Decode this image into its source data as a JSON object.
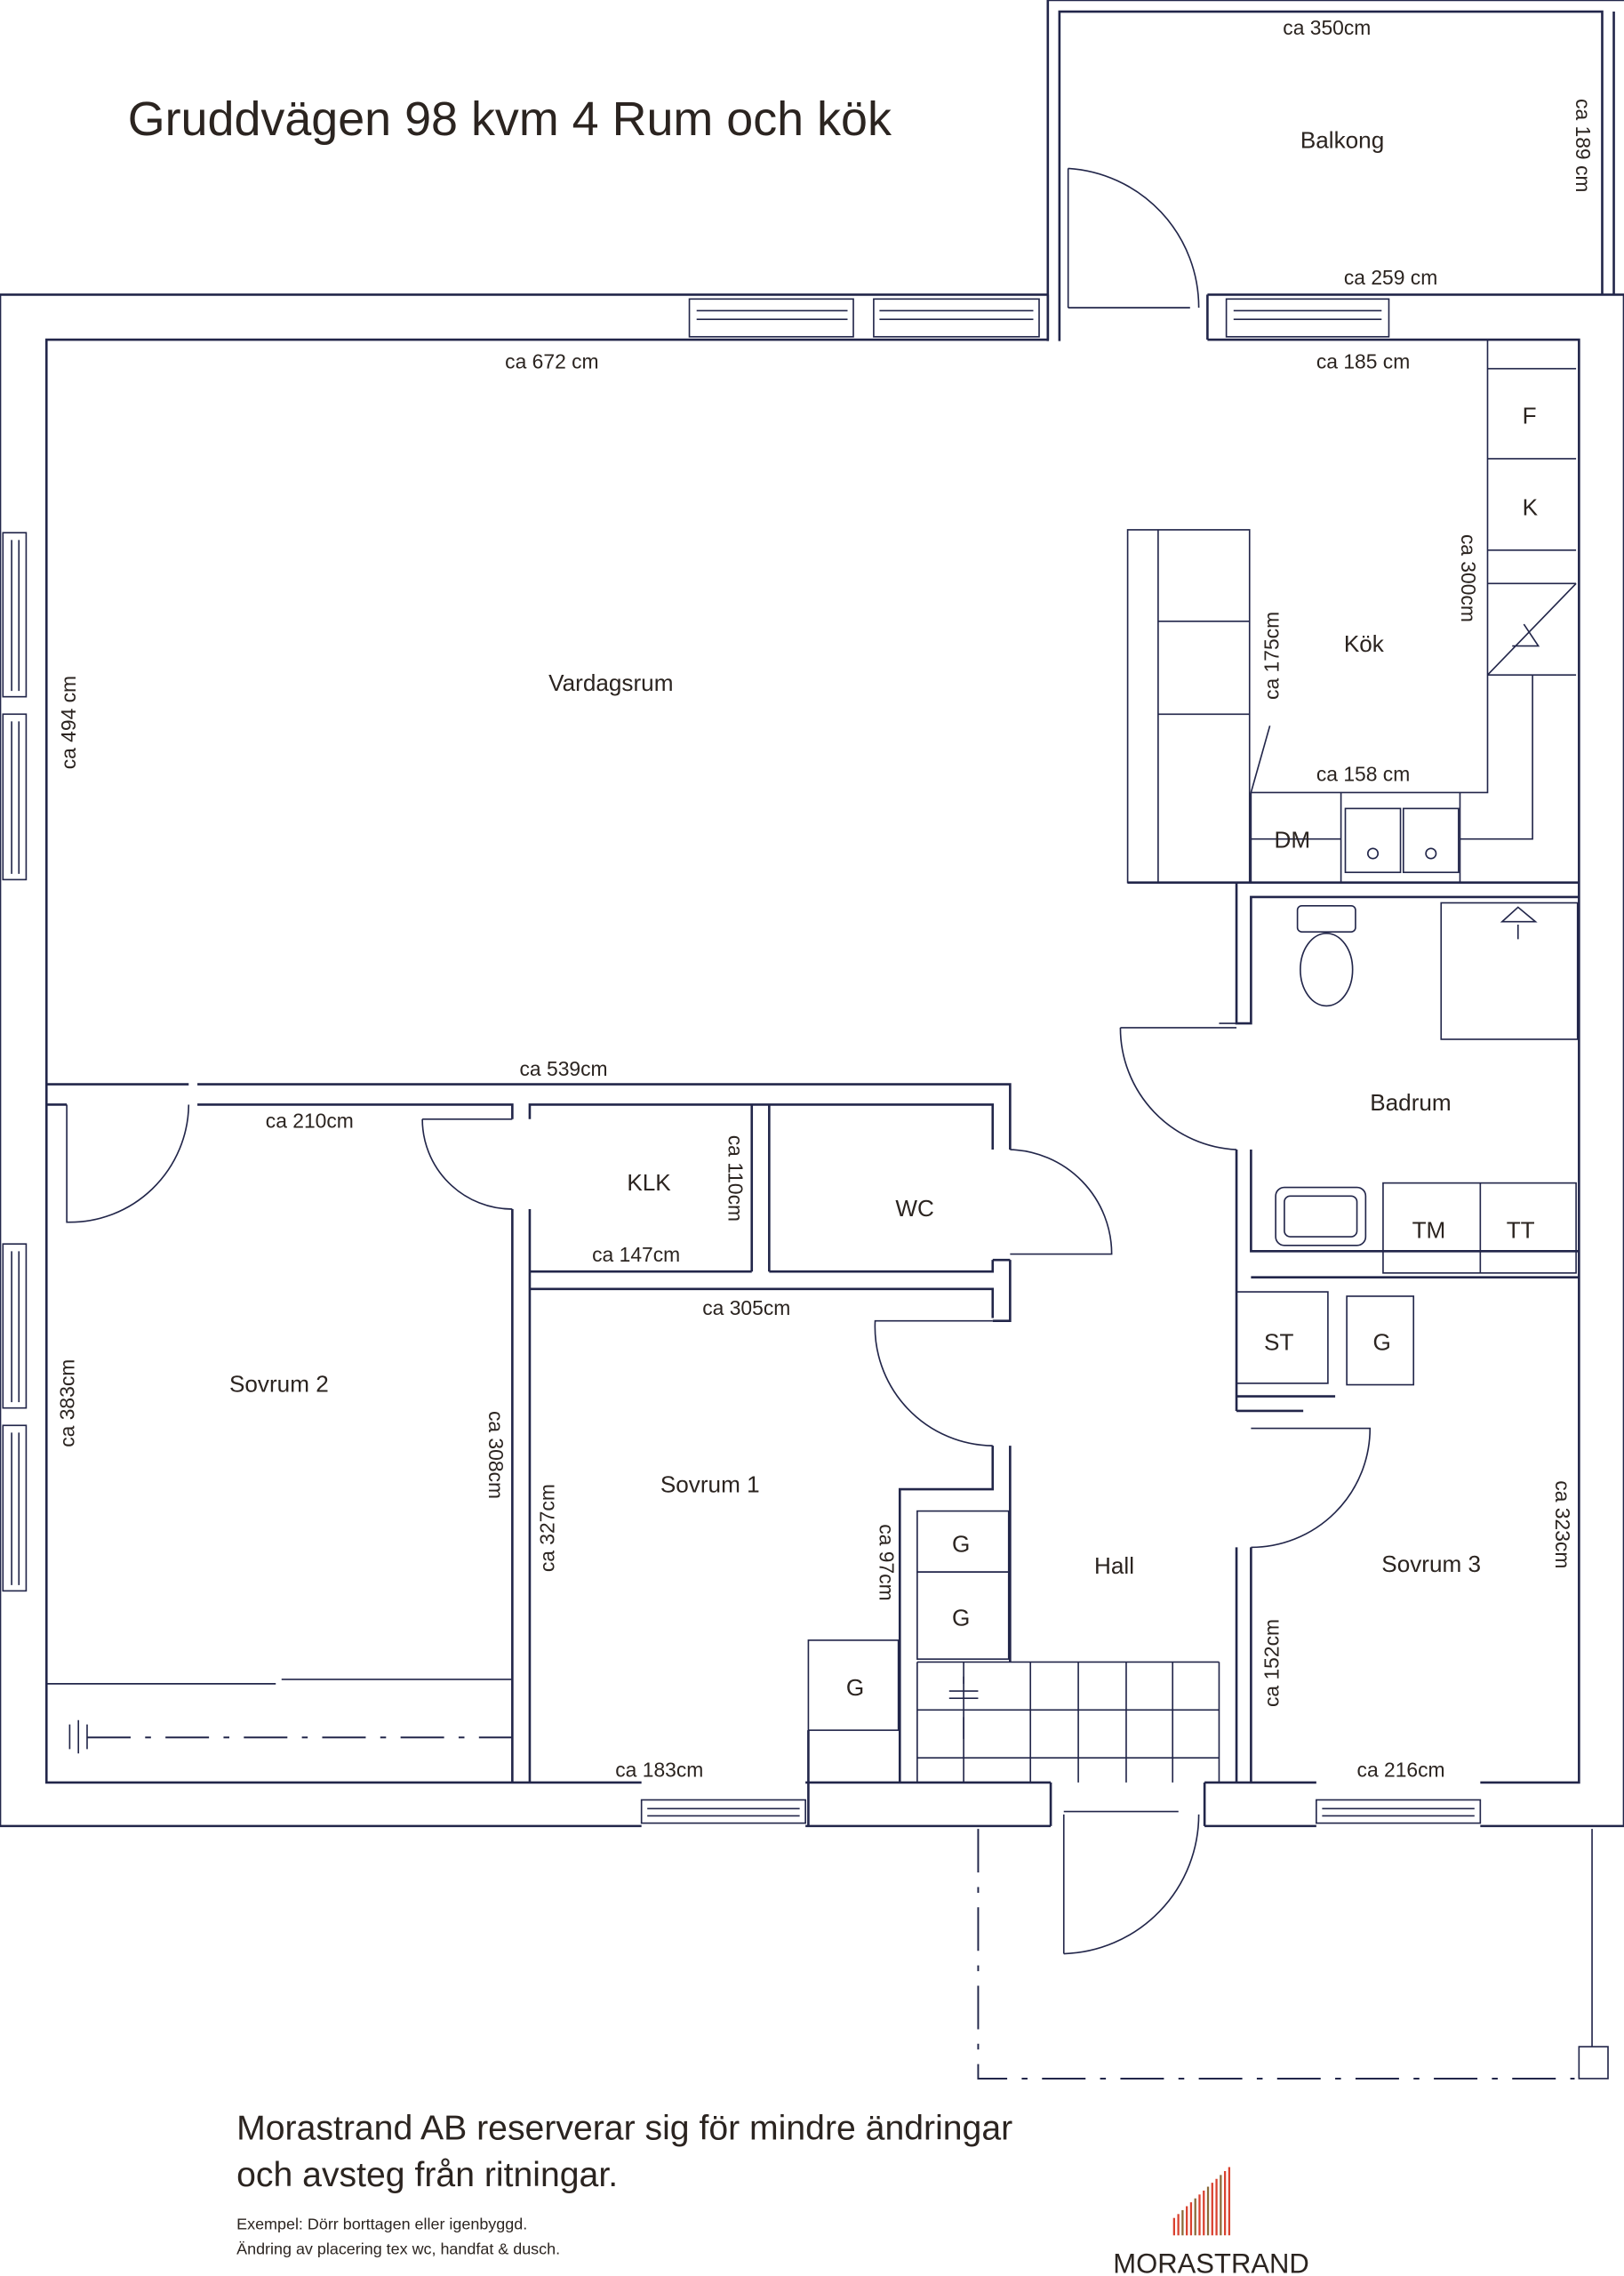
{
  "title": "Gruddvägen 98 kvm 4 Rum och kök",
  "rooms": {
    "balkong": "Balkong",
    "vardagsrum": "Vardagsrum",
    "kok": "Kök",
    "badrum": "Badrum",
    "klk": "KLK",
    "wc": "WC",
    "sovrum1": "Sovrum 1",
    "sovrum2": "Sovrum 2",
    "sovrum3": "Sovrum 3",
    "hall": "Hall"
  },
  "fixtures": {
    "f": "F",
    "k": "K",
    "dm": "DM",
    "tm": "TM",
    "tt": "TT",
    "st": "ST",
    "g": "G"
  },
  "dimensions": {
    "balk_top": "ca 350cm",
    "balk_side": "ca 189 cm",
    "balk_bottom": "ca 259 cm",
    "vard_top": "ca 672 cm",
    "kok_top": "ca 185 cm",
    "kok_side": "ca 300cm",
    "kok_island": "ca 175cm",
    "kok_bottom": "ca 158 cm",
    "vard_side": "ca 494 cm",
    "vard_bottom": "ca 539cm",
    "sov2_top": "ca 210cm",
    "klk_side": "ca 110cm",
    "klk_bottom": "ca 147cm",
    "sov1_top": "ca 305cm",
    "sov2_side": "ca 383cm",
    "sov2_right": "ca 308cm",
    "sov1_side": "ca 327cm",
    "g_side": "ca 97cm",
    "sov1_bottom": "ca 183cm",
    "sov3_side": "ca 323cm",
    "hall_side": "ca 152cm",
    "sov3_bottom": "ca 216cm"
  },
  "footer": {
    "line1": "Morastrand AB reserverar sig för mindre ändringar",
    "line2": "och avsteg från ritningar.",
    "ex1": "Exempel: Dörr borttagen eller igenbyggd.",
    "ex2": "Ändring av placering tex wc, handfat & dusch."
  },
  "logo": {
    "text": "MORASTRAND",
    "color_red": "#d9412f",
    "color_brown": "#8a6a3a"
  }
}
